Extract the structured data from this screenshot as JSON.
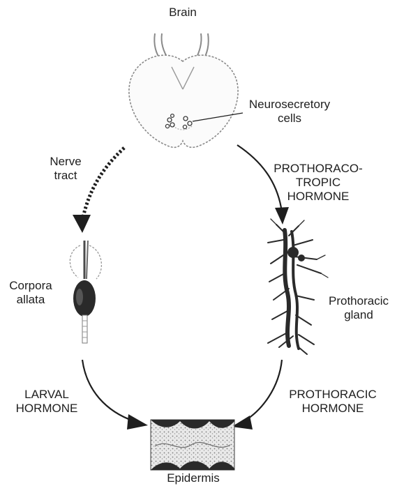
{
  "labels": {
    "brain": "Brain",
    "neurosecretory_line1": "Neurosecretory",
    "neurosecretory_line2": "cells",
    "nerve_line1": "Nerve",
    "nerve_line2": "tract",
    "ptth_line1": "PROTHORACO-",
    "ptth_line2": "TROPIC",
    "ptth_line3": "HORMONE",
    "corpora_line1": "Corpora",
    "corpora_line2": "allata",
    "prothoracic_gland_line1": "Prothoracic",
    "prothoracic_gland_line2": "gland",
    "larval_line1": "LARVAL",
    "larval_line2": "HORMONE",
    "prothoracic_hormone_line1": "PROTHORACIC",
    "prothoracic_hormone_line2": "HORMONE",
    "epidermis": "Epidermis"
  },
  "colors": {
    "ink": "#1e1e1e",
    "sketch": "#8a8a8a",
    "dark_tissue": "#2a2a2a"
  }
}
